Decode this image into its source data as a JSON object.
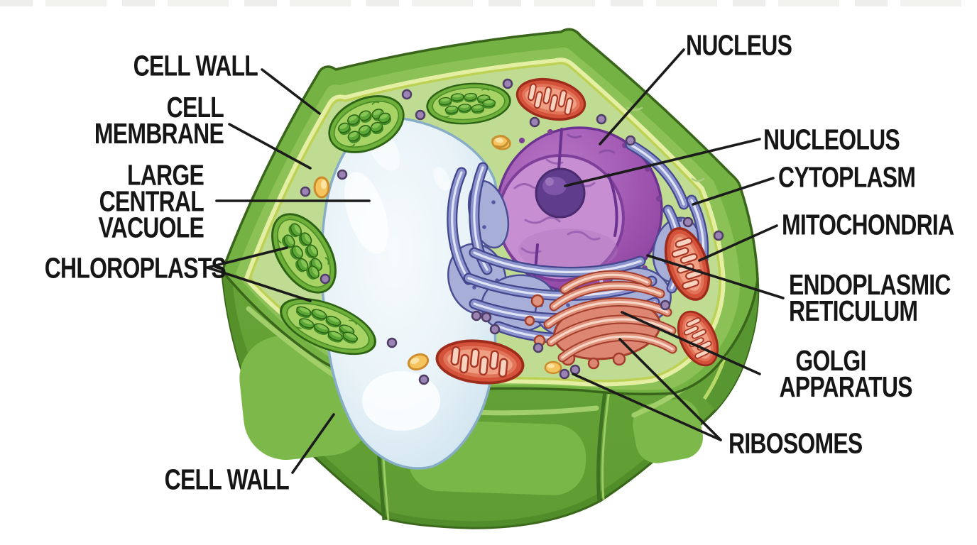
{
  "labels": {
    "cell_wall_top": "CELL WALL",
    "cell_membrane": "CELL MEMBRANE",
    "large_central_vacuole": "LARGE CENTRAL\nVACUOLE",
    "chloroplasts": "CHLOROPLASTS",
    "cell_wall_bottom": "CELL WALL",
    "nucleus": "NUCLEUS",
    "nucleolus": "NUCLEOLUS",
    "cytoplasm": "CYTOPLASM",
    "mitochondria": "MITOCHONDRIA",
    "endoplasmic_reticulum": "ENDOPLASMIC\nRETICULUM",
    "golgi_apparatus": "GOLGI\nAPPARATUS",
    "ribosomes": "RIBOSOMES"
  },
  "colors": {
    "cell_wall_green": "#6fae3f",
    "front_wall_green": "#65a437",
    "cytoplasm_green": "#c0dc93",
    "membrane_lime": "#e5efa3",
    "vacuole_blue": "#e9f3f8",
    "nucleus_purple": "#9c51ad",
    "nucleolus_purple": "#5f3d8c",
    "er_blue": "#8a93cc",
    "mitochondria_red": "#d4523a",
    "chloroplast_green": "#5aa637",
    "golgi_salmon": "#e0947e",
    "vesicle_yellow": "#f6c45f",
    "ribosome_purple": "#9b84b3",
    "leader_line": "#1b1b1b",
    "label_text": "#161616",
    "background": "#ffffff"
  }
}
